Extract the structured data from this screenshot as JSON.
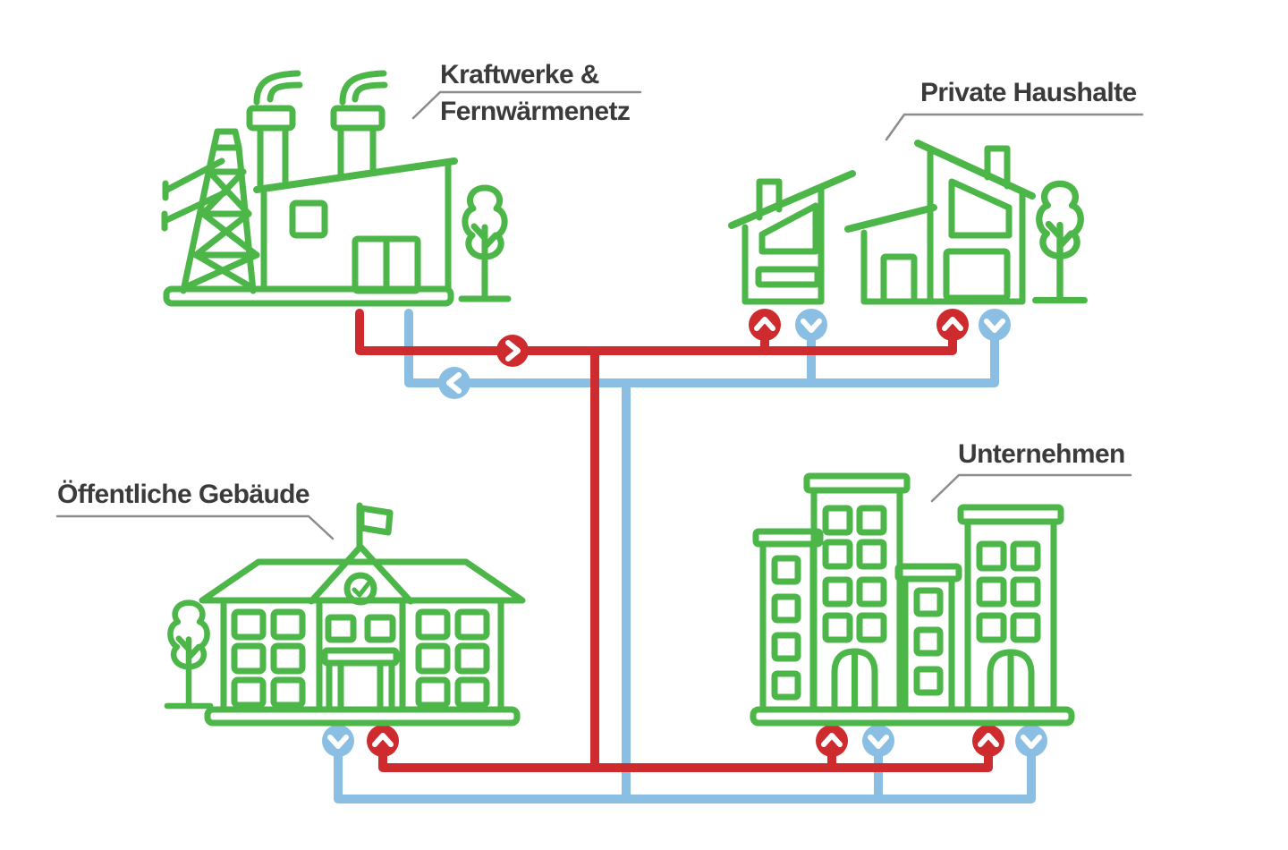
{
  "page": {
    "background": "#ffffff"
  },
  "diagram": {
    "nodes": {
      "power_plant": {
        "label_line1": "Kraftwerke &",
        "label_line2": "Fernwärmenetz",
        "icon": "power-plant-icon"
      },
      "households": {
        "label": "Private Haushalte",
        "icon": "houses-icon"
      },
      "public_buildings": {
        "label": "Öffentliche Gebäude",
        "icon": "school-building-icon"
      },
      "companies": {
        "label": "Unternehmen",
        "icon": "office-buildings-icon"
      }
    },
    "colors": {
      "supply_pipe_red": "#cd2b2e",
      "return_pipe_blue": "#8abfe3",
      "building_green": "#4cb648",
      "label_text": "#3b3b3b",
      "leader_line": "#8c8c8c"
    },
    "flow_markers": [
      {
        "pipe": "supply",
        "direction": "right",
        "at": "power-plant-outlet",
        "icon": "chevron-right-icon"
      },
      {
        "pipe": "return",
        "direction": "left",
        "at": "power-plant-return",
        "icon": "chevron-left-icon"
      },
      {
        "pipe": "supply",
        "direction": "up",
        "at": "households-left",
        "icon": "chevron-up-icon"
      },
      {
        "pipe": "return",
        "direction": "down",
        "at": "households-left",
        "icon": "chevron-down-icon"
      },
      {
        "pipe": "supply",
        "direction": "up",
        "at": "households-right",
        "icon": "chevron-up-icon"
      },
      {
        "pipe": "return",
        "direction": "down",
        "at": "households-right",
        "icon": "chevron-down-icon"
      },
      {
        "pipe": "return",
        "direction": "down",
        "at": "public-buildings",
        "icon": "chevron-down-icon"
      },
      {
        "pipe": "supply",
        "direction": "up",
        "at": "public-buildings",
        "icon": "chevron-up-icon"
      },
      {
        "pipe": "supply",
        "direction": "up",
        "at": "companies-left",
        "icon": "chevron-up-icon"
      },
      {
        "pipe": "return",
        "direction": "down",
        "at": "companies-left",
        "icon": "chevron-down-icon"
      },
      {
        "pipe": "supply",
        "direction": "up",
        "at": "companies-right",
        "icon": "chevron-up-icon"
      },
      {
        "pipe": "return",
        "direction": "down",
        "at": "companies-right",
        "icon": "chevron-down-icon"
      }
    ]
  }
}
